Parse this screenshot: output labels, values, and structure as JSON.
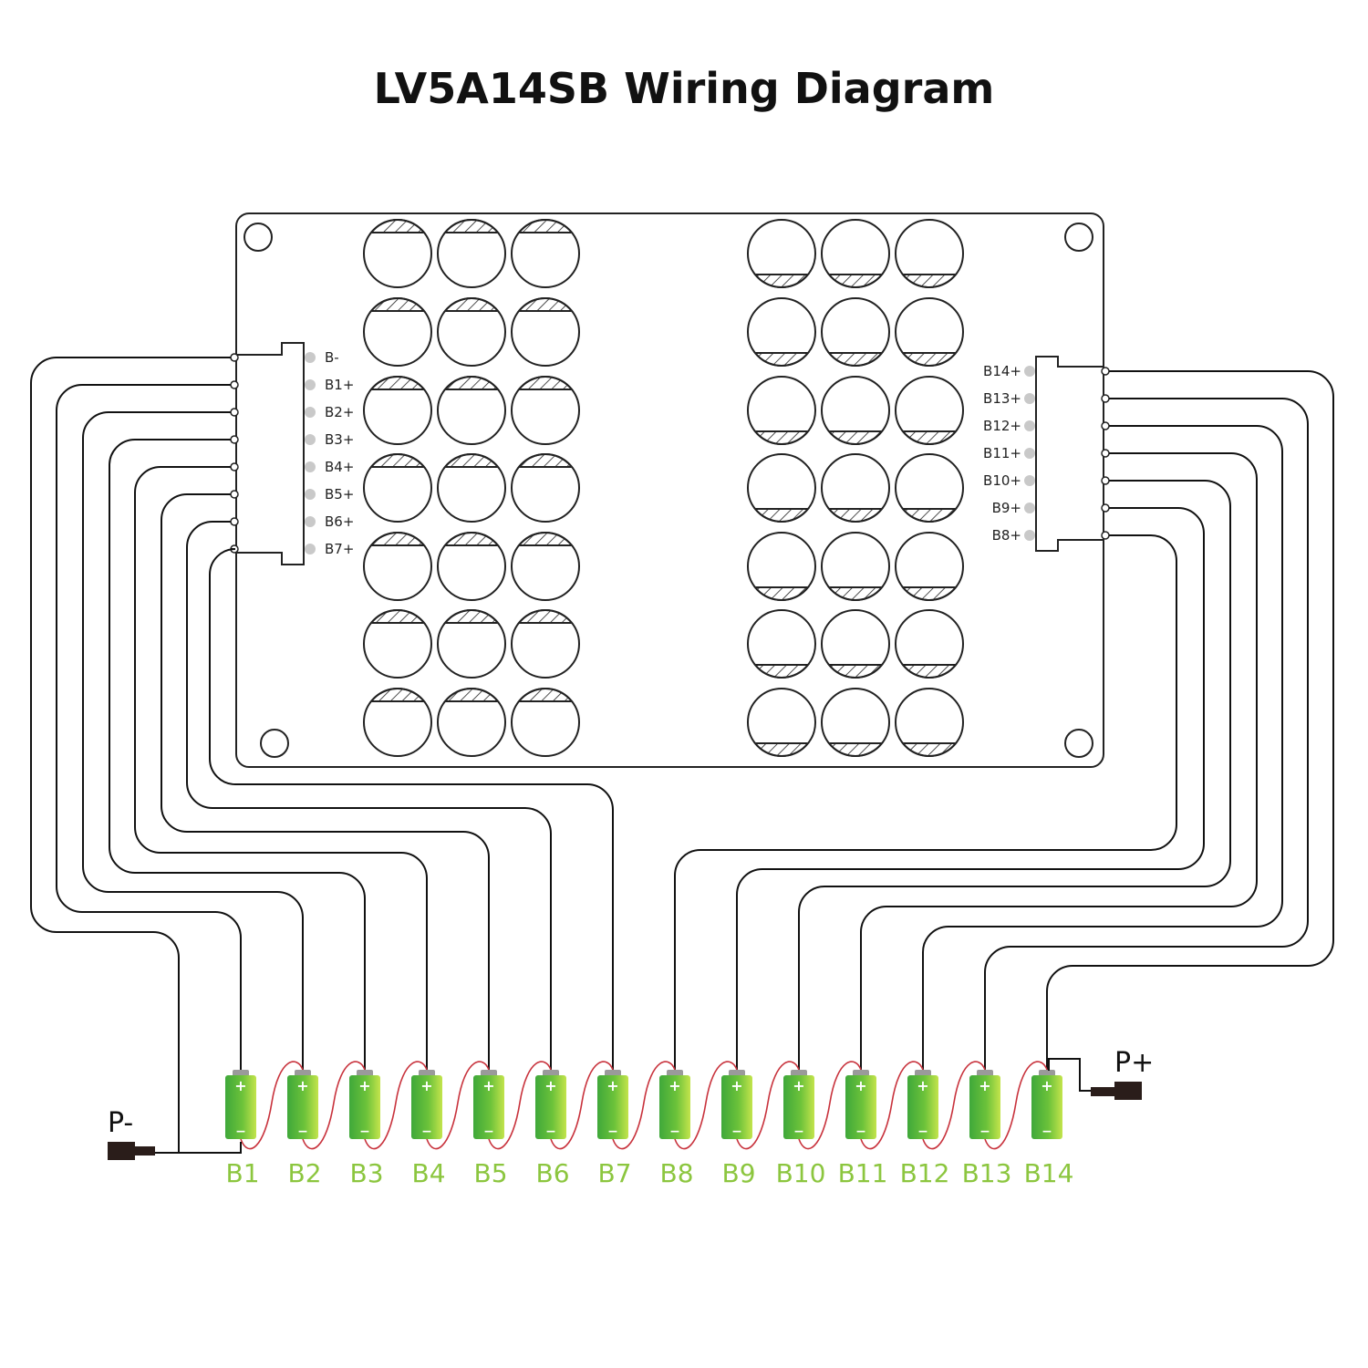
{
  "title": "LV5A14SB Wiring Diagram",
  "left_connector_pins": [
    "B-",
    "B1+",
    "B2+",
    "B3+",
    "B4+",
    "B5+",
    "B6+",
    "B7+"
  ],
  "right_connector_pins": [
    "B14+",
    "B13+",
    "B12+",
    "B11+",
    "B10+",
    "B9+",
    "B8+"
  ],
  "batteries": [
    "B1",
    "B2",
    "B3",
    "B4",
    "B5",
    "B6",
    "B7",
    "B8",
    "B9",
    "B10",
    "B11",
    "B12",
    "B13",
    "B14"
  ],
  "battery_positive_sign": "+",
  "battery_negative_sign": "−",
  "terminal_negative": "P-",
  "terminal_positive": "P+",
  "colors": {
    "line": "#111111",
    "board_stroke": "#222222",
    "battery_green": "#5cb82e",
    "battery_green_light": "#b6e04a",
    "battery_cap": "#9a9a9a",
    "battery_label": "#8cc63f",
    "series_link": "#c8323c",
    "pin_dot": "#c9c9c9",
    "terminal_plug": "#2a1d1a"
  },
  "icons": {
    "capacitor": "hatched-capacitor-icon",
    "mount_hole": "mount-hole-icon",
    "battery": "battery-cell-icon",
    "plug": "dc-plug-icon"
  }
}
